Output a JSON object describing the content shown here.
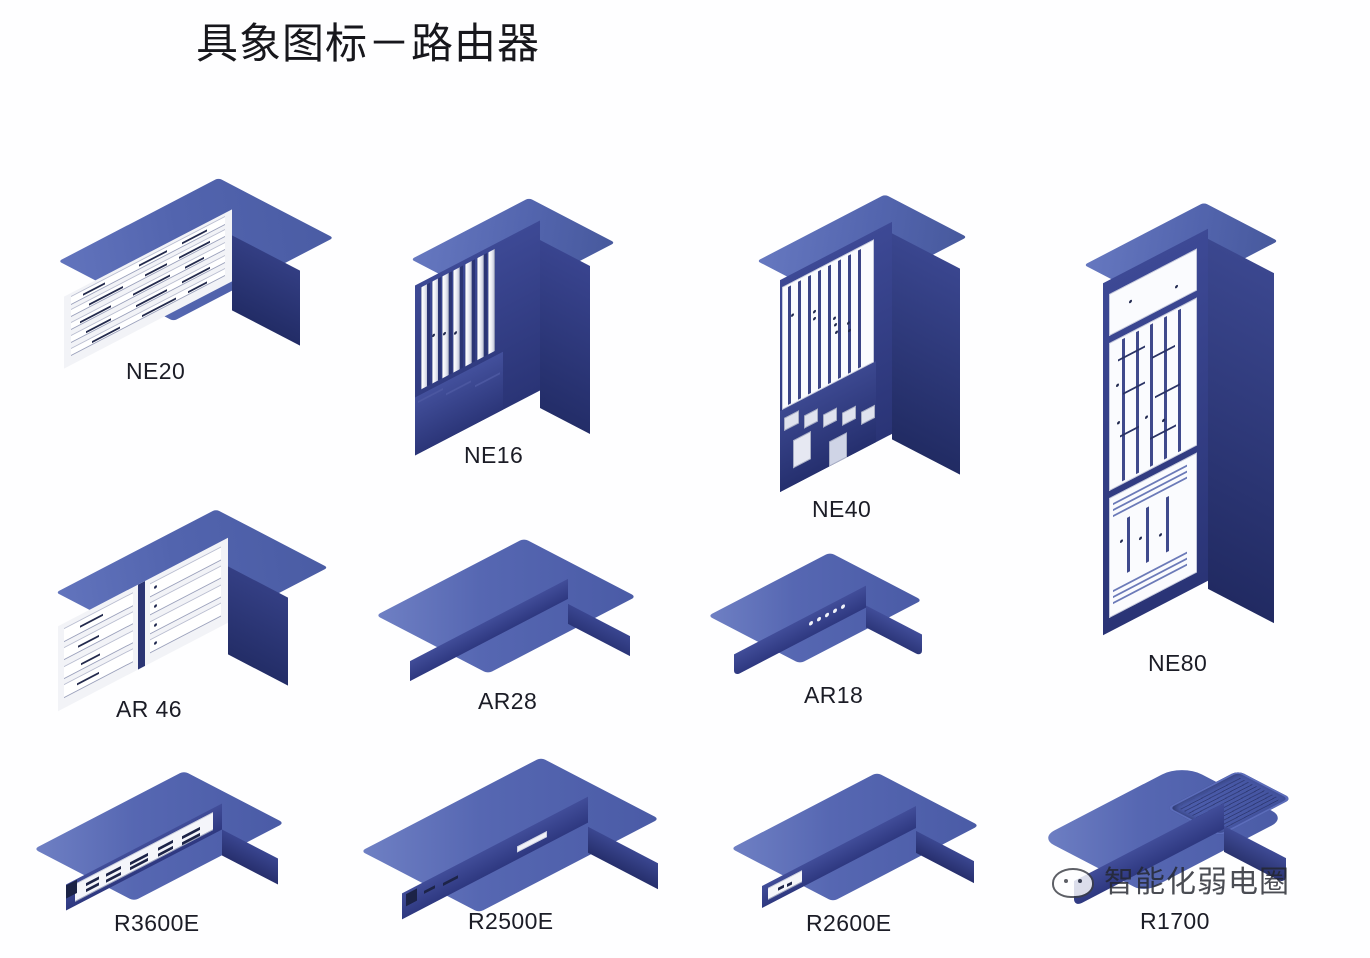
{
  "page": {
    "title": "具象图标－路由器",
    "background_color": "#ffffff",
    "label_color": "#1b1c26",
    "accent_blue_top": "#5a6cb4",
    "accent_blue_side": "#2d3872",
    "panel_white": "#fafbfe"
  },
  "devices": [
    {
      "id": "ne20",
      "label": "NE20",
      "form": "wide-chassis",
      "row": 1,
      "column": 1,
      "description": "Wide horizontal chassis with white front card panel"
    },
    {
      "id": "ne16",
      "label": "NE16",
      "form": "cabinet",
      "row": 1,
      "column": 2,
      "description": "Upright cabinet with vertical card slots and lower drawer bays"
    },
    {
      "id": "ne40",
      "label": "NE40",
      "form": "cabinet",
      "row": 1,
      "column": 3,
      "description": "Tall cabinet, white slotted card cage above, dark power shelf below"
    },
    {
      "id": "ne80",
      "label": "NE80",
      "form": "cabinet-tall",
      "row": 1,
      "column": 4,
      "description": "Tallest rack cabinet with two large white card cages"
    },
    {
      "id": "ar46",
      "label": "AR 46",
      "form": "wide-chassis",
      "row": 2,
      "column": 1,
      "description": "Wide chassis with white front panel split in two card banks"
    },
    {
      "id": "ar28",
      "label": "AR28",
      "form": "flat",
      "row": 2,
      "column": 2,
      "description": "Plain flat pizza-box router, no visible front detail"
    },
    {
      "id": "ar18",
      "label": "AR18",
      "form": "flat-rounded",
      "row": 2,
      "column": 3,
      "description": "Small rounded desktop router with five white LED dots",
      "led_count": 5
    },
    {
      "id": "r3600e",
      "label": "R3600E",
      "form": "flat",
      "row": 3,
      "column": 1,
      "description": "Flat router with white front interface strip and ports"
    },
    {
      "id": "r2500e",
      "label": "R2500E",
      "form": "flat-large",
      "row": 3,
      "column": 2,
      "description": "Large flat router, small white slot on front edge"
    },
    {
      "id": "r2600e",
      "label": "R2600E",
      "form": "flat",
      "row": 3,
      "column": 3,
      "description": "Flat router with small white panel on left front edge"
    },
    {
      "id": "r1700",
      "label": "R1700",
      "form": "flat-recessed",
      "row": 3,
      "column": 4,
      "description": "Rounded desktop router with recessed ribbed pad on top"
    }
  ],
  "watermark": {
    "text": "智能化弱电圈",
    "logo": "cat-face-logo"
  }
}
